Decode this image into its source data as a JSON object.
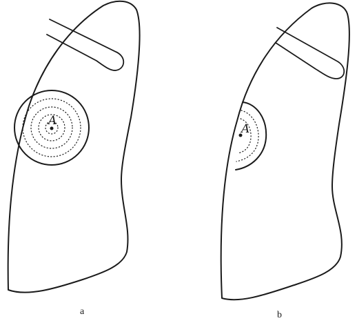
{
  "figure": {
    "panels": [
      {
        "id": "a",
        "label": "a",
        "point_label": "A"
      },
      {
        "id": "b",
        "label": "b",
        "point_label": "A"
      }
    ]
  }
}
